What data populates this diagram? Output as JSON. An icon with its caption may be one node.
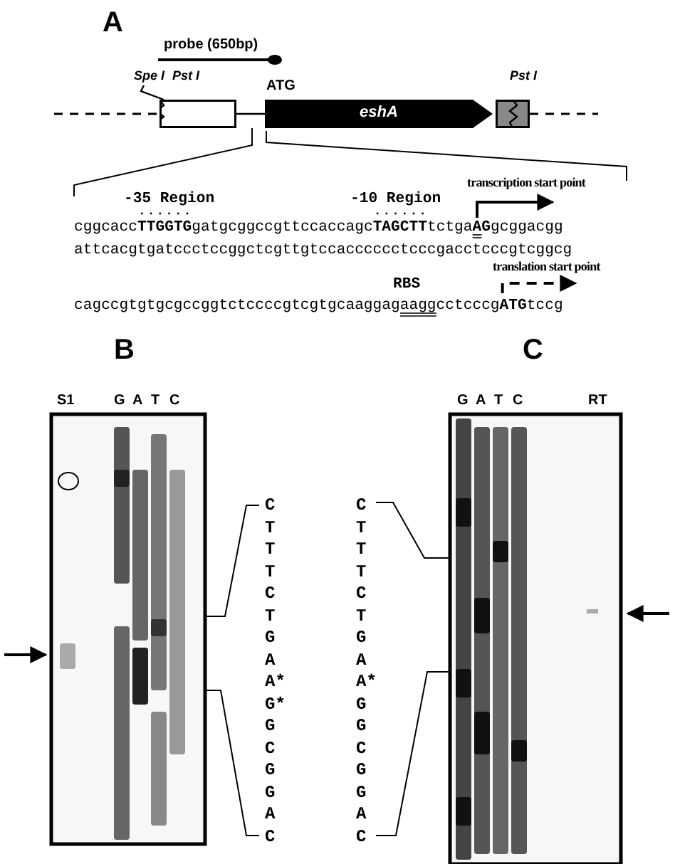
{
  "diagram": {
    "nodes": [
      {
        "text": [],
        "shape": "box"
      },
      {
        "text": [
          "eshA"
        ],
        "beside": [
          "ATG"
        ]
      },
      {
        "text": [],
        "shape": "box"
      },
      {
        "text": [
          "Spe I"
        ]
      }
    ],
    "edges": [
      {
        "from": 0,
        "to": 1,
        "arrow": "none"
      },
      {
        "from": 3,
        "to": 0,
        "arrow": "none"
      }
    ],
    "labels": [
      "A",
      "probe (650bp)",
      "Pst I",
      "Pst I",
      "-35 Region",
      "-10 Region",
      "transcription start point",
      "cggcacc**TTGGTG**gatgcggccgttccaccagc**TAGCTT**tctga**AG**gcggacgg",
      "attcacgtgatccctccggctcgttgtccacccccctcccgacctcccgtcggcg",
      "translation start point",
      "RBS",
      "cagccgtgtgcgccggtctccccgtcgtgcaaggagaaggcctcccg**ATG**tccg",
      "B",
      "C",
      "S1",
      "G",
      "A",
      "T",
      "C",
      "G",
      "A",
      "T",
      "C",
      "RT",
      "C",
      "T",
      "T",
      "T",
      "C",
      "T",
      "G",
      "A",
      "A*",
      "G*",
      "G",
      "C",
      "G",
      "G",
      "A",
      "C",
      "C",
      "T",
      "T",
      "T",
      "C",
      "T",
      "G",
      "A",
      "A*",
      "G",
      "G",
      "C",
      "G",
      "G",
      "A",
      "C"
    ]
  }
}
